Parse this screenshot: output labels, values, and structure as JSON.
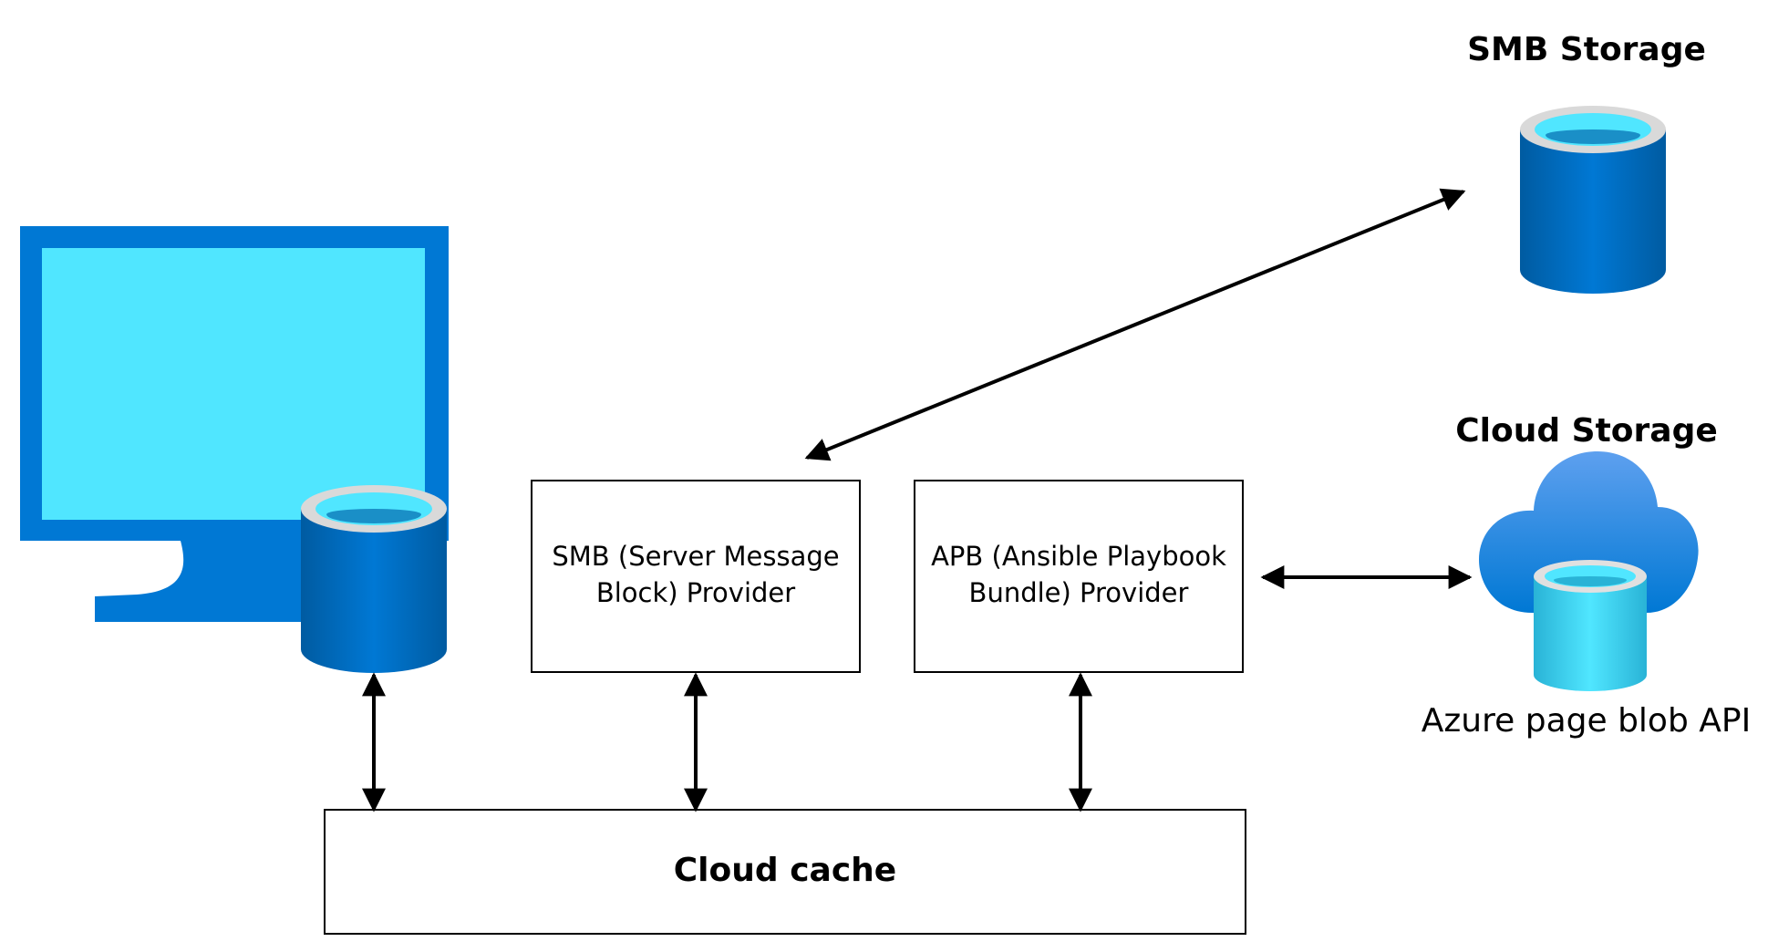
{
  "nodes": {
    "smb_storage": {
      "title": "SMB Storage"
    },
    "cloud_storage": {
      "title": "Cloud Storage",
      "api_label": "Azure page blob API"
    },
    "smb_provider": {
      "line1": "SMB (Server Message",
      "line2": "Block) Provider"
    },
    "apb_provider": {
      "line1": "APB (Ansible Playbook",
      "line2": "Bundle) Provider"
    },
    "cloud_cache": {
      "label": "Cloud cache"
    }
  },
  "icons": {
    "computer": "monitor-icon",
    "local_db": "database-icon",
    "smb_db": "database-icon",
    "cloud": "cloud-icon",
    "cloud_db": "database-icon"
  },
  "colors": {
    "monitor_frame": "#0078d4",
    "monitor_screen": "#50e6ff",
    "db_dark": "#0063b1",
    "db_light_top": "#50e6ff",
    "cloud_top": "#5ea0ef",
    "cloud_bottom": "#0078d4",
    "cloud_db_body": "#32bedd",
    "line": "#000000"
  },
  "edges": [
    {
      "from": "smb_provider",
      "to": "smb_storage",
      "bidirectional": true
    },
    {
      "from": "apb_provider",
      "to": "cloud_storage",
      "bidirectional": true
    },
    {
      "from": "local_db",
      "to": "cloud_cache",
      "bidirectional": true
    },
    {
      "from": "smb_provider",
      "to": "cloud_cache",
      "bidirectional": true
    },
    {
      "from": "apb_provider",
      "to": "cloud_cache",
      "bidirectional": true
    }
  ]
}
